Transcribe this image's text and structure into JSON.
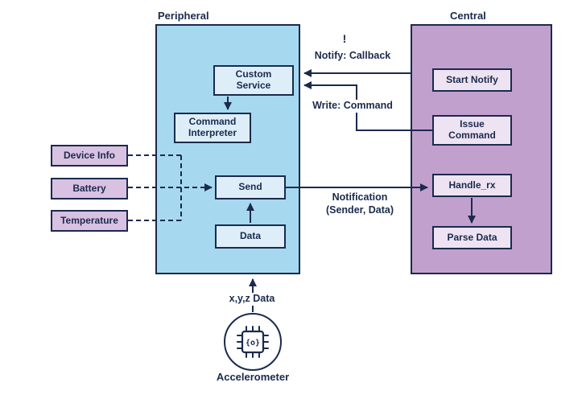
{
  "sections": {
    "peripheral": "Peripheral",
    "central": "Central"
  },
  "peripheral_nodes": {
    "custom_service": "Custom\nService",
    "command_interpreter": "Command\nInterpreter",
    "send": "Send",
    "data": "Data"
  },
  "service_nodes": {
    "device_info": "Device Info",
    "battery": "Battery",
    "temperature": "Temperature"
  },
  "central_nodes": {
    "start_notify": "Start Notify",
    "issue_command": "Issue\nCommand",
    "handle_rx": "Handle_rx",
    "parse_data": "Parse Data"
  },
  "edge_labels": {
    "exclamation": "!",
    "notify_callback": "Notify: Callback",
    "write_command": "Write: Command",
    "notification": "Notification\n(Sender, Data)",
    "xyz_data": "x,y,z Data"
  },
  "accelerometer": {
    "label": "Accelerometer",
    "chip_glyph": "{o}"
  },
  "colors": {
    "outline": "#1b2a4d",
    "peripheral_fill": "#a6d9f0",
    "peripheral_node_fill": "#ddeef9",
    "central_fill": "#c2a0ce",
    "central_node_fill": "#eee3f2",
    "service_node_fill": "#d8c1e1",
    "background": "#ffffff"
  }
}
